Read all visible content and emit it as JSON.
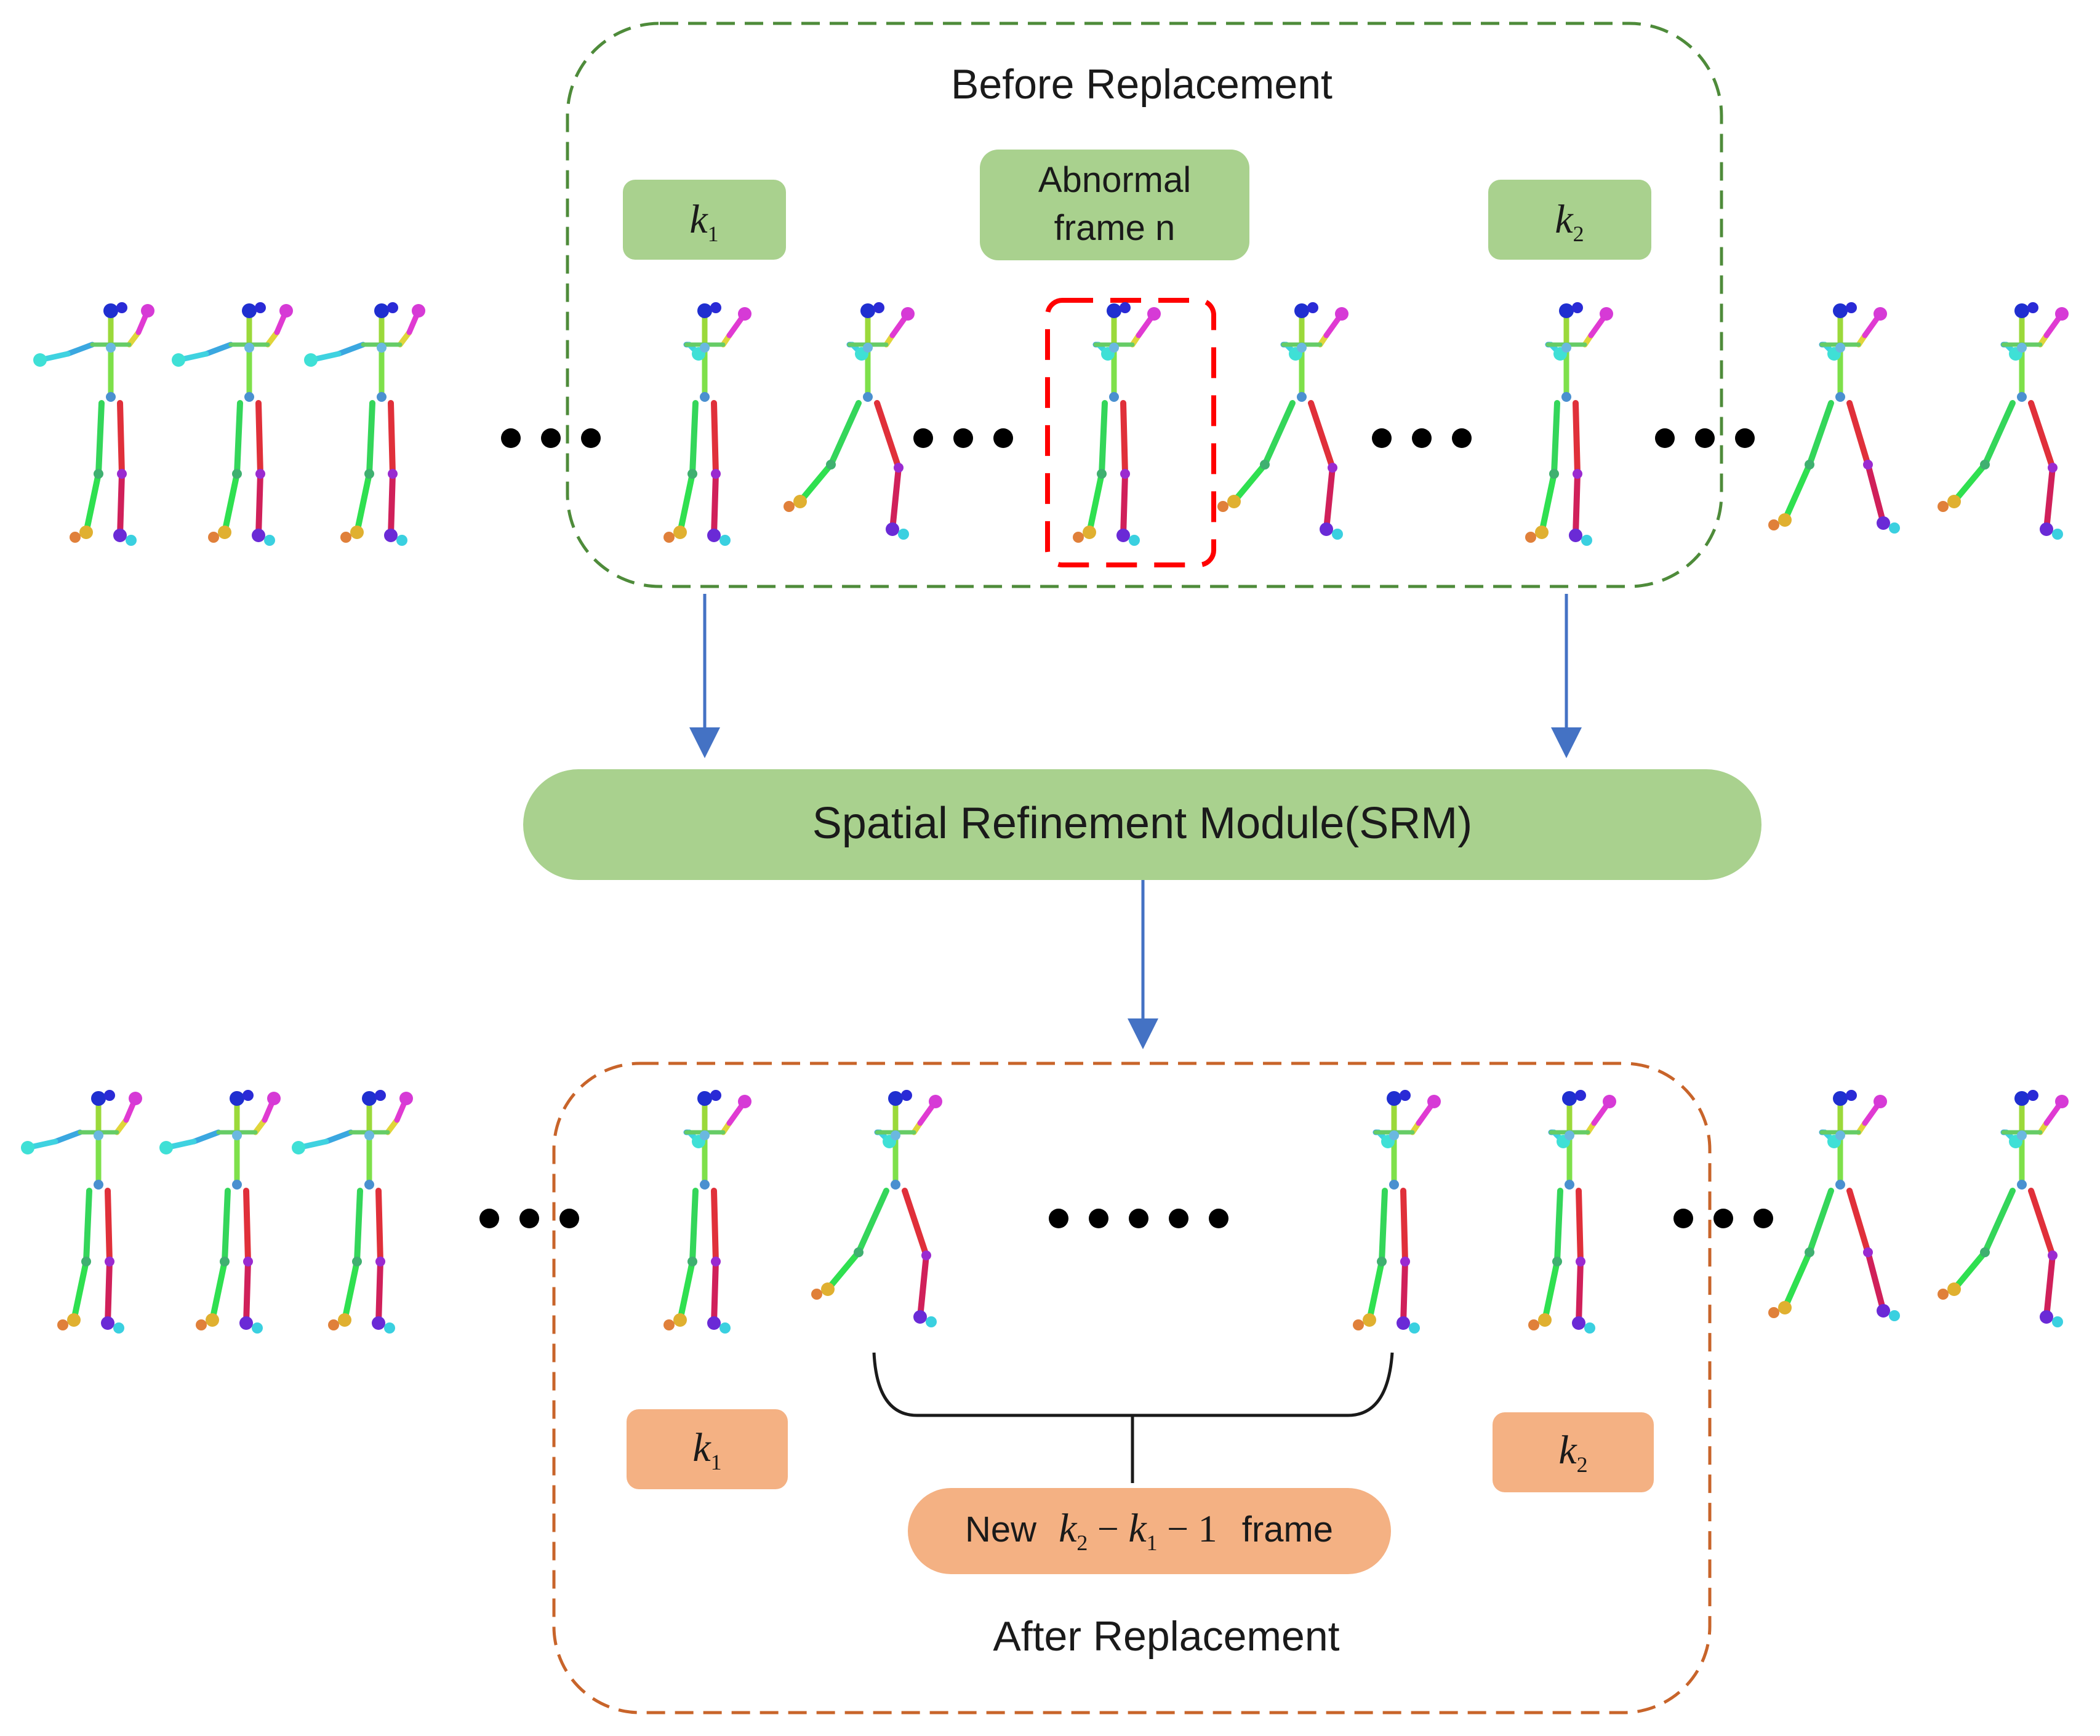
{
  "before": {
    "title": "Before Replacement",
    "k1_label": "k",
    "k1_sub": "1",
    "abnormal_line1": "Abnormal",
    "abnormal_line2": "frame n",
    "k2_label": "k",
    "k2_sub": "2"
  },
  "srm": {
    "label": "Spatial Refinement Module(SRM)"
  },
  "after": {
    "title": "After Replacement",
    "k1_label": "k",
    "k1_sub": "1",
    "k2_label": "k",
    "k2_sub": "2",
    "new_prefix": "New",
    "new_k2": "k",
    "new_k2_sub": "2",
    "new_minus1": " − ",
    "new_k1": "k",
    "new_k1_sub": "1",
    "new_minus2": " − 1",
    "new_suffix": "frame"
  },
  "colors": {
    "before_border": "#4e8b3a",
    "after_border": "#c8642a",
    "green_box": "#a9d18e",
    "orange_box": "#f4b183",
    "abnormal_border": "#ff0000",
    "arrow": "#4472c4"
  }
}
